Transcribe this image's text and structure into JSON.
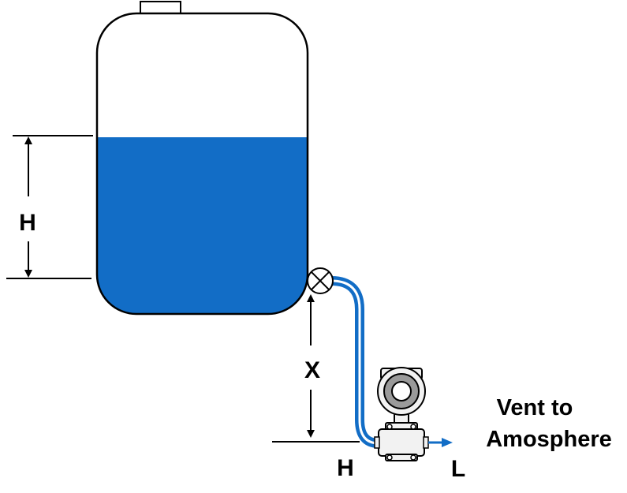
{
  "labels": {
    "level_height": "H",
    "transmitter_offset": "X",
    "high_side": "H",
    "low_side": "L",
    "vent_line1": "Vent to",
    "vent_line2": "Amosphere"
  },
  "colors": {
    "liquid": "#126dc6",
    "pipe": "#126dc6",
    "outline": "#000000",
    "transmitter_body": "#f2f2f2",
    "transmitter_ring": "#9a9a9a"
  },
  "icons": {
    "valve": "isolation-valve-icon",
    "transmitter": "pressure-transmitter-icon"
  }
}
